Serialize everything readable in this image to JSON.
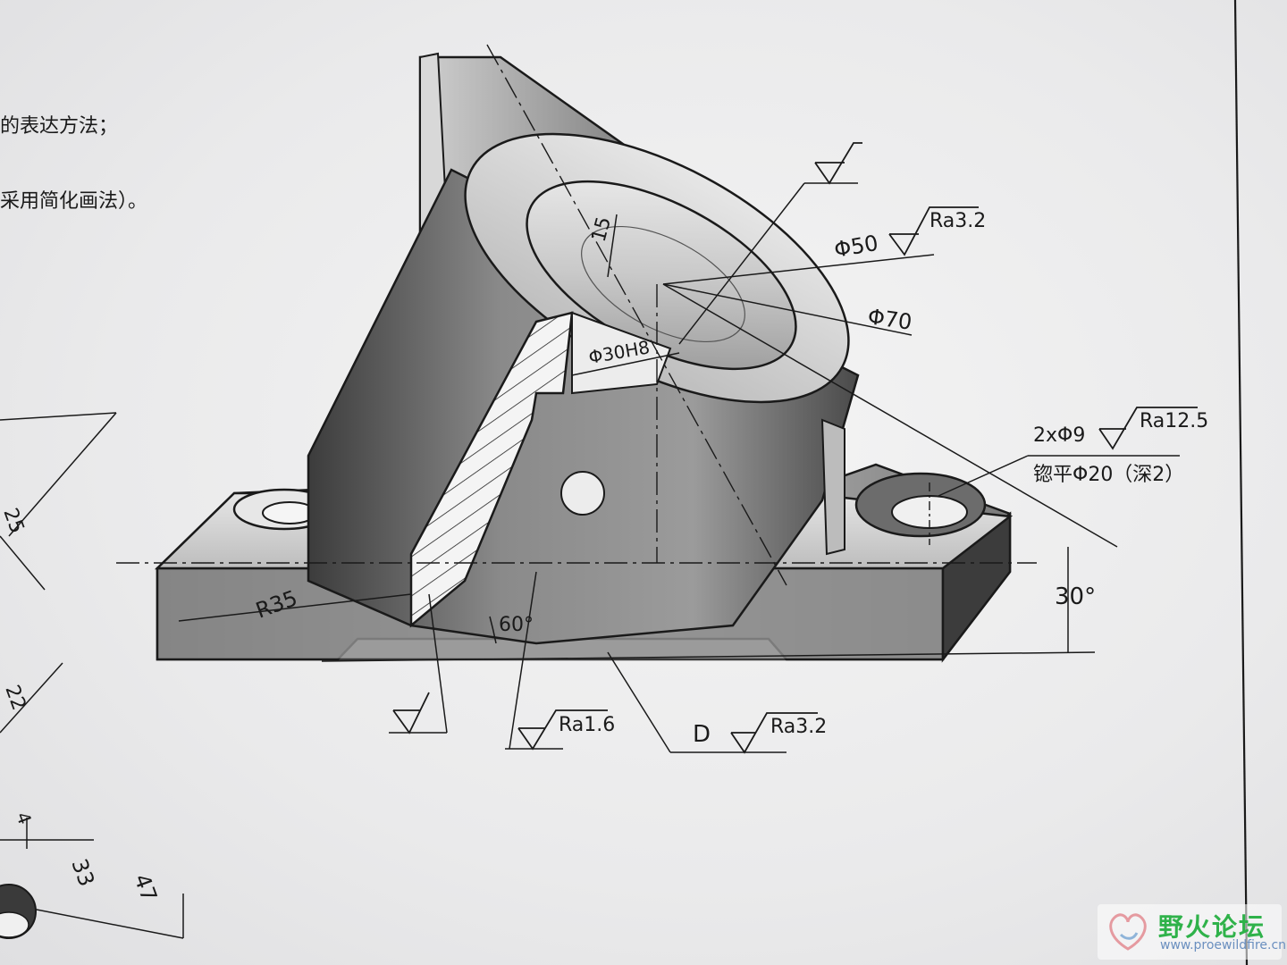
{
  "page_text": {
    "line1": "的表达方法；",
    "line2": "采用简化画法）。"
  },
  "dimensions": {
    "d15": "15",
    "d_phi50": "Φ50",
    "d_ra32_top": "Ra3.2",
    "d_phi70": "Φ70",
    "d_phi30h8": "Φ30H8",
    "d_holes": "2xΦ9",
    "d_ra125": "Ra12.5",
    "d_spotface": "锪平Φ20（深2）",
    "d_r35": "R35",
    "d_60": "60°",
    "d_30": "30°",
    "d_ra16": "Ra1.6",
    "d_D": "D",
    "d_ra32_bottom": "Ra3.2",
    "d_25": "25",
    "d_22": "22",
    "d_4": "4",
    "d_33": "33",
    "d_47": "47"
  },
  "watermark": {
    "title": "野火论坛",
    "url": "www.proewildfire.cn"
  },
  "colors": {
    "ink": "#1a1a1a",
    "paper": "#efefef",
    "watermark_green": "#2fb24a"
  }
}
